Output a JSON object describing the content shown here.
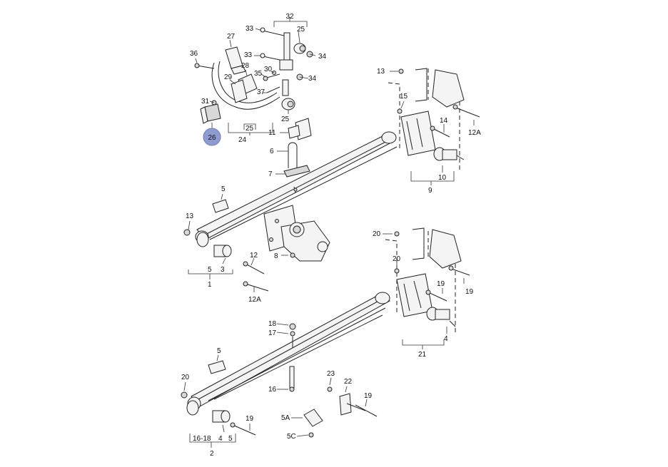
{
  "highlight": {
    "label": "26",
    "color": "#8e9bd1"
  },
  "labels": {
    "l32": "32",
    "l33a": "33",
    "l25a": "25",
    "l34a": "34",
    "l27": "27",
    "l36": "36",
    "l33b": "33",
    "l34b": "34",
    "l28": "28",
    "l35": "35",
    "l30": "30",
    "l29": "29",
    "l37": "37",
    "l31": "31",
    "l25b": "25",
    "l24": "24",
    "l25c": "25",
    "l11": "11",
    "l6": "6",
    "l7": "7",
    "l13a": "13",
    "l15": "15",
    "l14": "14",
    "l12Aa": "12A",
    "l10": "10",
    "l9": "9",
    "l5a": "5",
    "l13b": "13",
    "l8": "8",
    "l12a": "12",
    "l5b": "5",
    "l3": "3",
    "l1": "1",
    "l12Ab": "12A",
    "l20a": "20",
    "l20b": "20",
    "l19a": "19",
    "l19b": "19",
    "l4a": "4",
    "l21": "21",
    "l18": "18",
    "l17": "17",
    "l5c": "5",
    "l20c": "20",
    "l16a": "16",
    "l23": "23",
    "l22": "22",
    "l19c": "19",
    "l5A": "5A",
    "l5C": "5C",
    "l19d": "19",
    "l1618": "16-18",
    "l4b": "4",
    "l5d": "5",
    "l2": "2"
  }
}
